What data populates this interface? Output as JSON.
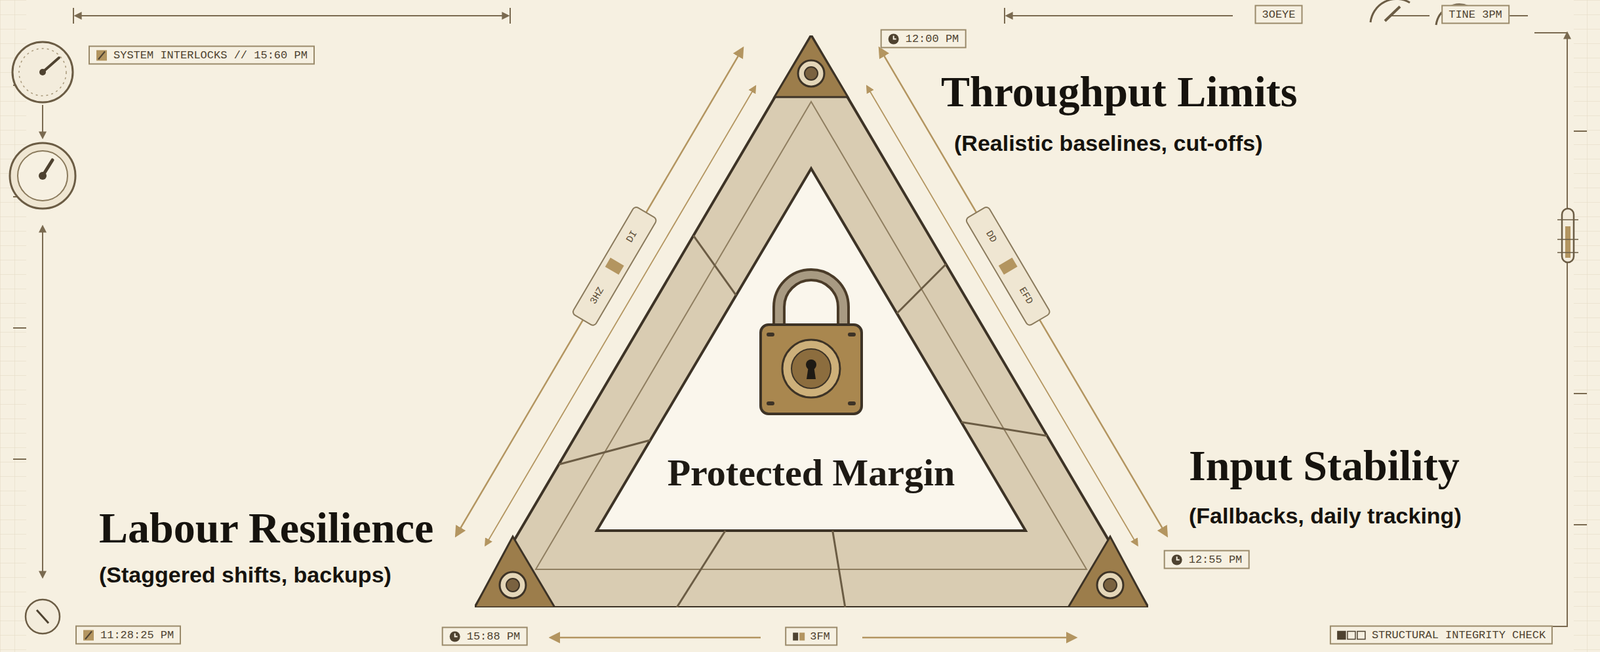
{
  "diagram": {
    "nodes": [
      {
        "text": [
          "Protected Margin"
        ]
      }
    ],
    "labels": [
      "Throughput Limits",
      "(Realistic baselines, cut-offs)",
      "Input Stability",
      "(Fallbacks, daily tracking)",
      "Labour Resilience",
      "(Staggered shifts, backups)",
      "SYSTEM INTERLOCKS // 15:60 PM",
      "12:00 PM",
      "12:55 PM",
      "15:88 PM",
      "3FM",
      "11:28:25 PM",
      "STRUCTURAL INTEGRITY CHECK",
      "3OEYE",
      "TINE 3PM",
      "DI",
      "3HZ",
      "DD",
      "EFD"
    ]
  }
}
